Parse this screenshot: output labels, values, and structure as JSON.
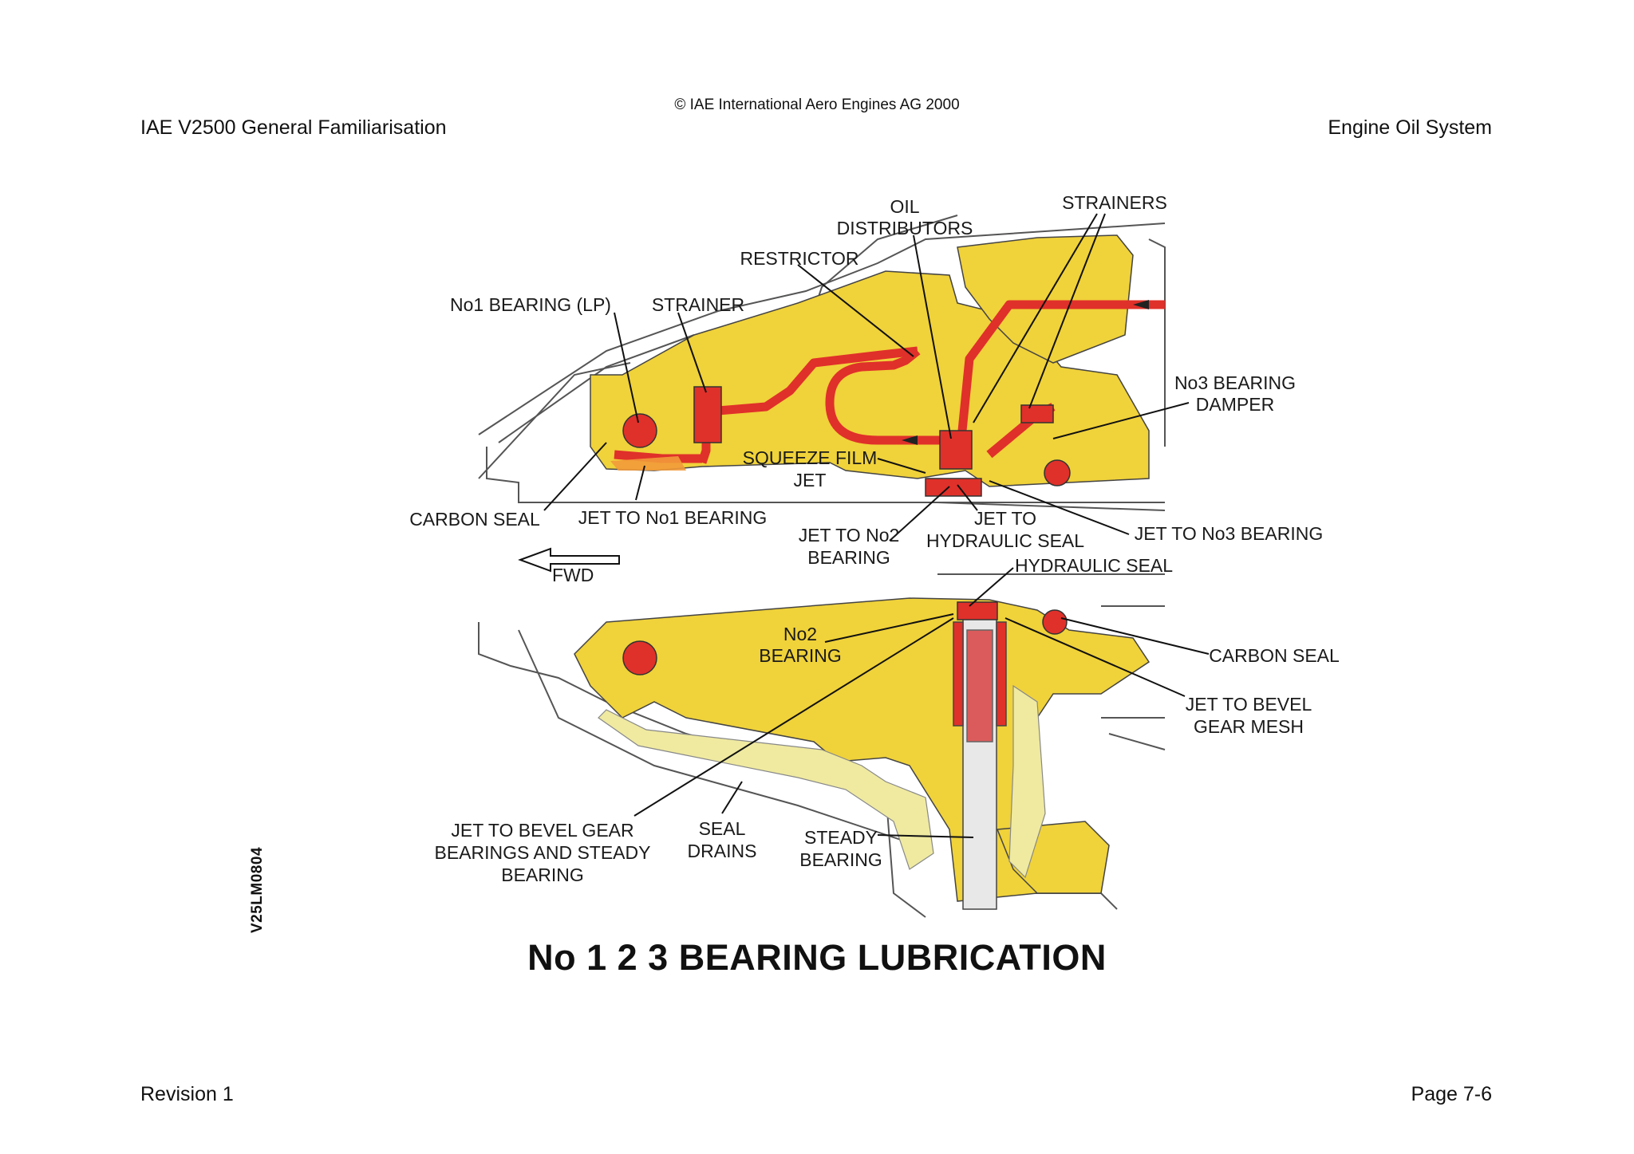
{
  "header": {
    "left": "IAE V2500 General Familiarisation",
    "center": "© IAE International Aero Engines AG 2000",
    "right": "Engine Oil System"
  },
  "footer": {
    "left": "Revision 1",
    "right": "Page 7-6"
  },
  "figure": {
    "code": "V25LM0804",
    "title": "No 1 2 3 BEARING LUBRICATION",
    "fwd": "FWD",
    "labels": {
      "oil_distributors_1": "OIL",
      "oil_distributors_2": "DISTRIBUTORS",
      "strainers": "STRAINERS",
      "restrictor": "RESTRICTOR",
      "no1_bearing": "No1 BEARING (LP)",
      "strainer": "STRAINER",
      "no3_damper_1": "No3 BEARING",
      "no3_damper_2": "DAMPER",
      "squeeze_1": "SQUEEZE FILM",
      "squeeze_2": "JET",
      "carbon_seal_top": "CARBON SEAL",
      "jet_no1": "JET TO No1 BEARING",
      "jet_no2_1": "JET TO No2",
      "jet_no2_2": "BEARING",
      "jet_hyd_1": "JET TO",
      "jet_hyd_2": "HYDRAULIC SEAL",
      "jet_no3": "JET TO No3 BEARING",
      "hyd_seal": "HYDRAULIC SEAL",
      "no2_bearing_1": "No2",
      "no2_bearing_2": "BEARING",
      "carbon_seal_bottom": "CARBON SEAL",
      "jet_bevel_mesh_1": "JET TO BEVEL",
      "jet_bevel_mesh_2": "GEAR MESH",
      "jet_bevel_bear_1": "JET TO BEVEL GEAR",
      "jet_bevel_bear_2": "BEARINGS AND STEADY",
      "jet_bevel_bear_3": "BEARING",
      "seal_drains_1": "SEAL",
      "seal_drains_2": "DRAINS",
      "steady_1": "STEADY",
      "steady_2": "BEARING"
    }
  },
  "colors": {
    "oil_chamber": "#f0d23a",
    "oil_pressure": "#e0302a",
    "scavenge": "#efeaa0",
    "casing_line": "#555555"
  }
}
